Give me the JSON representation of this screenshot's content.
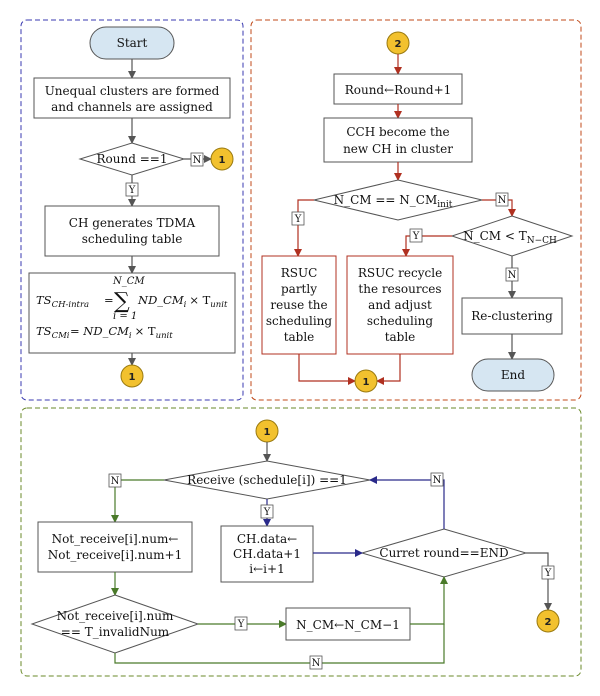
{
  "panel1": {
    "start": "Start",
    "step1": [
      "Unequal clusters are formed",
      "and channels are assigned"
    ],
    "decision": "Round ==1",
    "decision_no": "N",
    "decision_yes": "Y",
    "connector_right": "1",
    "step2": [
      "CH generates TDMA",
      "scheduling table"
    ],
    "formula1_lhs": "TS",
    "formula1_sub": "CH-intra",
    "formula1_upper": "N_CM",
    "formula1_lower": "i = 1",
    "formula1_term": "ND_CM",
    "formula1_term_sub": "i",
    "formula1_times": "× T",
    "formula1_tail_sub": "unit",
    "formula2_lhs": "TS",
    "formula2_sub": "CMi",
    "formula2_rhs": "= ND_CM",
    "formula2_rhs_sub": "i",
    "formula2_times": "× T",
    "formula2_tail_sub": "unit",
    "connector_bottom": "1"
  },
  "panel2": {
    "connector_top": "2",
    "step1": "Round←Round+1",
    "step2": [
      "CCH become the",
      "new CH in cluster"
    ],
    "decision1": "N_CM == N_CM",
    "decision1_sub": "init",
    "decision1_yes": "Y",
    "decision1_no": "N",
    "decision2": "N_CM < T",
    "decision2_sub": "N−CH",
    "decision2_yes": "Y",
    "decision2_no": "N",
    "box_partly": [
      "RSUC",
      "partly",
      "reuse the",
      "scheduling",
      "table"
    ],
    "box_recycle": [
      "RSUC recycle",
      "the resources",
      "and adjust",
      "scheduling",
      "table"
    ],
    "box_recluster": "Re-clustering",
    "end": "End",
    "connector_bottom": "1"
  },
  "panel3": {
    "connector_top": "1",
    "decision_receive": "Receive (schedule[i]) ==1",
    "decision_receive_no": "N",
    "decision_receive_yes": "Y",
    "box_notreceive": [
      "Not_receive[i].num←",
      "Not_receive[i].num+1"
    ],
    "box_chdata": [
      "CH.data←",
      "CH.data+1",
      "i←i+1"
    ],
    "decision_round": "Curret round==END",
    "decision_round_no": "N",
    "decision_round_yes": "Y",
    "decision_invalid": [
      "Not_receive[i].num",
      "== T_invalidNum"
    ],
    "decision_invalid_yes": "Y",
    "decision_invalid_no": "N",
    "box_ncm": "N_CM←N_CM−1",
    "connector_bottom": "2"
  }
}
